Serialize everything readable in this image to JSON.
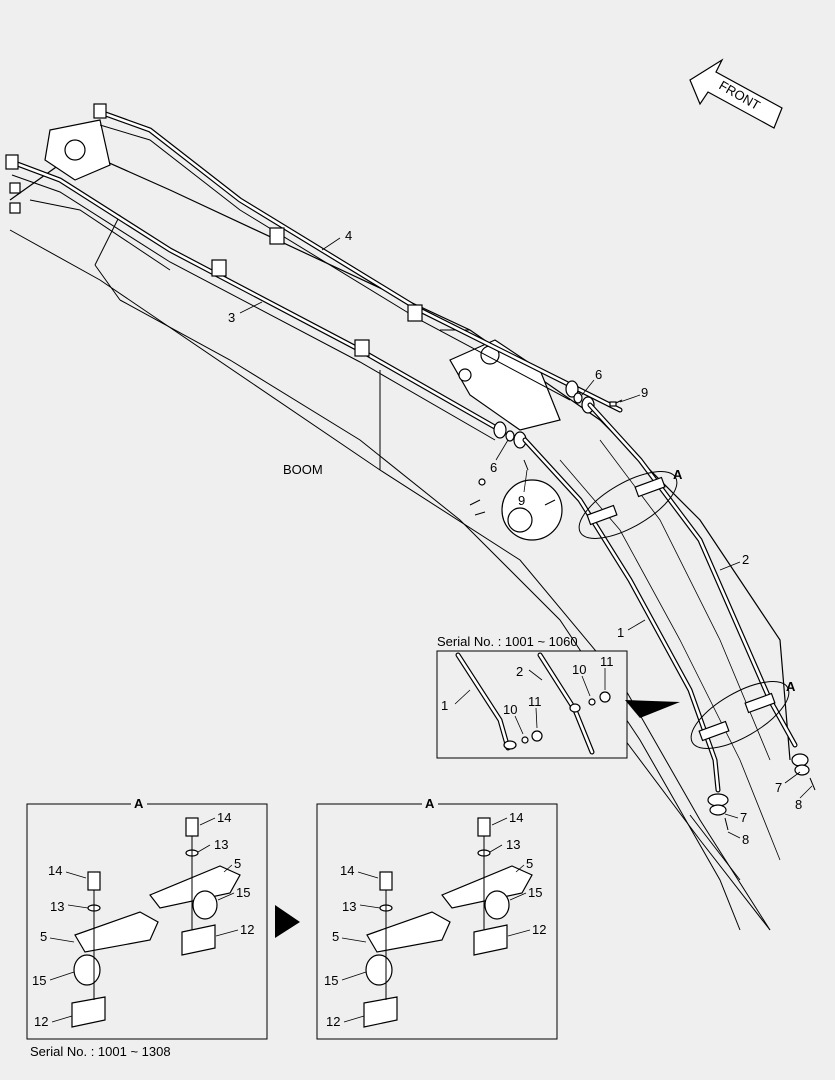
{
  "diagram": {
    "labels": {
      "boom": "BOOM",
      "front": "FRONT",
      "detail_marker": "A",
      "serial_inset": "Serial No. : 1001 ~ 1060",
      "serial_bottom": "Serial No. : 1001 ~ 1308"
    },
    "callouts": [
      "1",
      "2",
      "3",
      "4",
      "5",
      "6",
      "7",
      "8",
      "9",
      "10",
      "11",
      "12",
      "13",
      "14",
      "15"
    ]
  }
}
